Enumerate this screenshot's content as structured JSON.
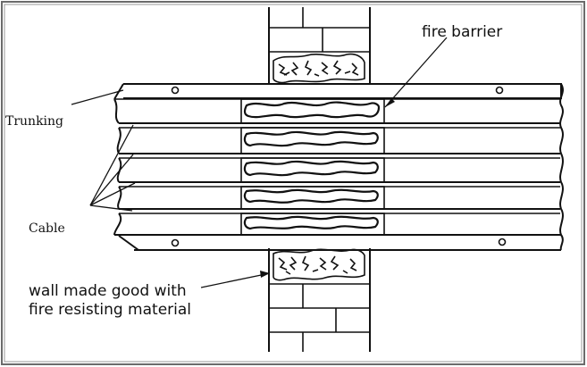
{
  "labels": {
    "fire_barrier": "fire barrier",
    "trunking": "Trunking",
    "cable": "Cable",
    "wall_line1": "wall made good with",
    "wall_line2": "fire resisting material"
  },
  "colors": {
    "ink": "#111111",
    "frame": "#6b6b6b",
    "background": "#ffffff"
  }
}
